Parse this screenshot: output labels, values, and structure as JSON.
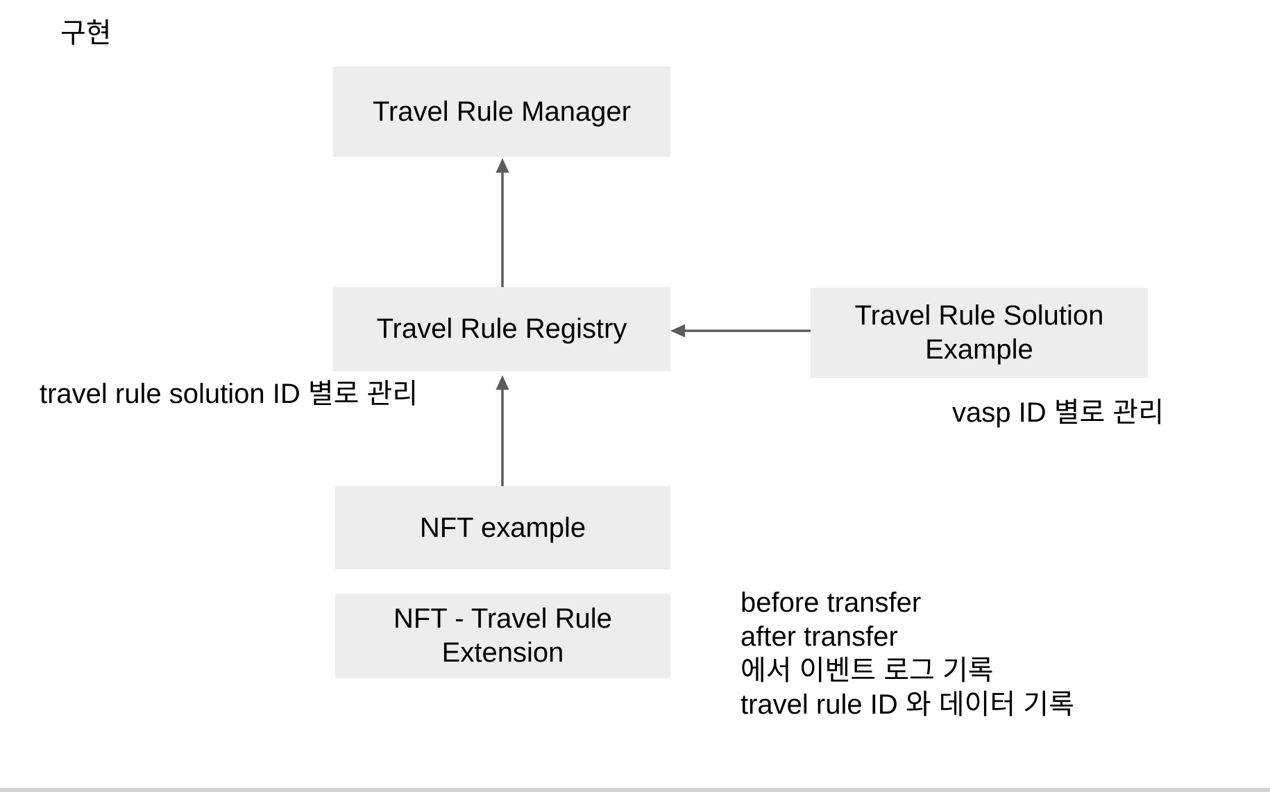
{
  "page": {
    "title": "구현"
  },
  "colors": {
    "background": "#ffffff",
    "node_fill": "#ededed",
    "node_text": "#000000",
    "arrow": "#5b5b5b",
    "bottom_bar": "#d3d3d3"
  },
  "diagram": {
    "nodes": [
      {
        "id": "travel-rule-manager",
        "label": "Travel Rule Manager"
      },
      {
        "id": "travel-rule-registry",
        "label": "Travel Rule Registry"
      },
      {
        "id": "travel-rule-solution-example",
        "label": "Travel Rule Solution\nExample"
      },
      {
        "id": "nft-example",
        "label": "NFT example"
      },
      {
        "id": "nft-travel-rule-extension",
        "label": "NFT - Travel Rule\nExtension"
      }
    ],
    "edges": [
      {
        "from": "travel-rule-registry",
        "to": "travel-rule-manager",
        "direction": "up"
      },
      {
        "from": "nft-example",
        "to": "travel-rule-registry",
        "direction": "up"
      },
      {
        "from": "travel-rule-solution-example",
        "to": "travel-rule-registry",
        "direction": "left"
      }
    ]
  },
  "annotations": {
    "registry_note": "travel rule solution ID 별로 관리",
    "vasp_note": "vasp ID 별로 관리",
    "transfer_note_lines": [
      "before transfer",
      "after transfer",
      "에서 이벤트 로그 기록",
      "travel rule ID 와 데이터 기록"
    ]
  }
}
